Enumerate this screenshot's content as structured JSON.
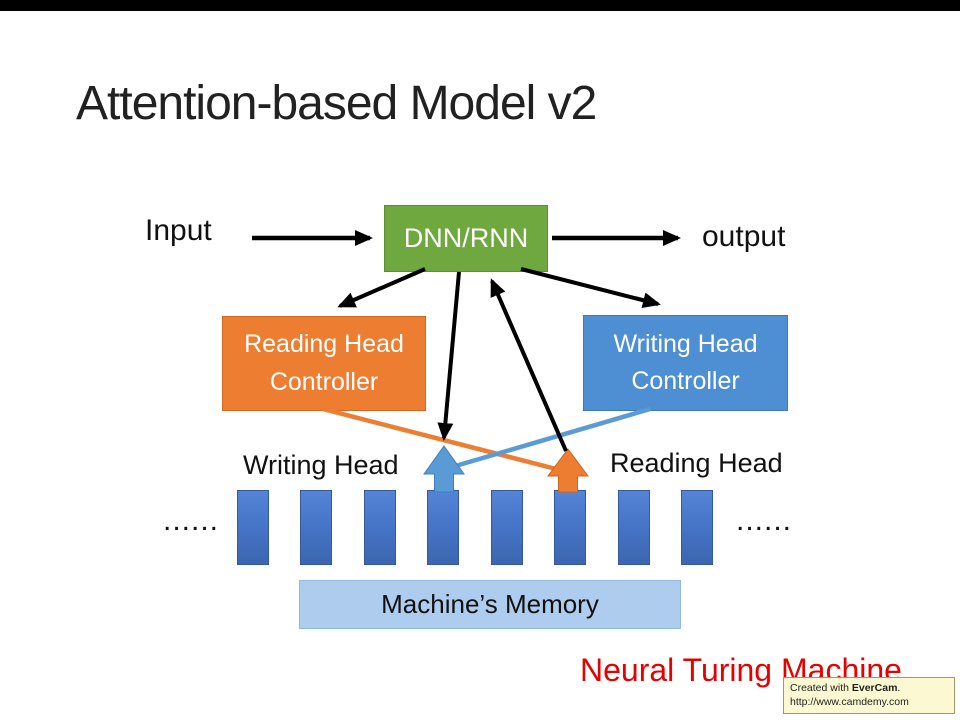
{
  "slide": {
    "title": "Attention-based Model v2",
    "input_label": "Input",
    "output_label": "output",
    "dnn_box": "DNN/RNN",
    "reading_controller": [
      "Reading Head",
      "Controller"
    ],
    "writing_controller": [
      "Writing Head",
      "Controller"
    ],
    "writing_head_label": "Writing Head",
    "reading_head_label": "Reading Head",
    "dots_left": "......",
    "dots_right": "......",
    "memory_label": "Machine’s Memory",
    "caption": "Neural Turing Machine"
  },
  "memory": {
    "cell_count": 8
  },
  "watermark": {
    "created_prefix": "Created with ",
    "brand": "EverCam",
    "created_suffix": ".",
    "url": "http://www.camdemy.com"
  },
  "colors": {
    "dnn_green": "#6FA83F",
    "controller_orange": "#ED7D31",
    "controller_blue": "#4E8ED2",
    "memory_cell_blue": "#4472C4",
    "memory_bar_blue": "#AECDEE",
    "arrow_blue": "#5B9BD5",
    "arrow_orange": "#ED7D31",
    "arrow_black": "#000000",
    "caption_red": "#E60000",
    "watermark_bg": "#FBF8D2"
  }
}
